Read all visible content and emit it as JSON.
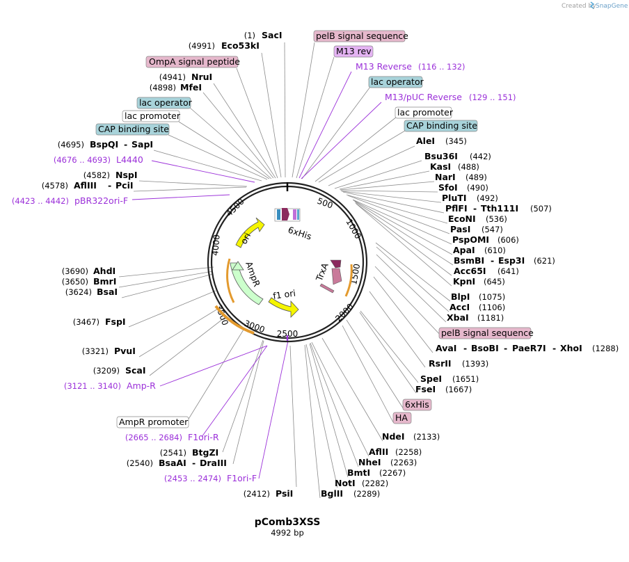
{
  "credit": "Created by",
  "brand": "SnapGene",
  "plasmid": {
    "name": "pComb3XSS",
    "length": "4992 bp"
  },
  "ticks": [
    "500",
    "1000",
    "1500",
    "2000",
    "2500",
    "3000",
    "3500",
    "4000",
    "4500"
  ],
  "colors": {
    "primer": "#9b30d9",
    "feature_pink": "#e6b8cc",
    "feature_violet": "#e4b3f3",
    "feature_blue": "#a8d3da",
    "feature_white": "#ffffff",
    "ori": "#f5f500",
    "ampr": "#ccffcc",
    "his": "#8b2a5e",
    "trxa": "#c97a9a",
    "primer_arc": "#e39a2e"
  },
  "left_labels": [
    {
      "num": "(1)",
      "name": "SacI"
    },
    {
      "num": "(4991)",
      "name": "Eco53kI"
    },
    {
      "feature": "OmpA signal peptide"
    },
    {
      "num": "(4941)",
      "name": "NruI"
    },
    {
      "num": "(4898)",
      "name": "MfeI"
    },
    {
      "feature": "lac operator"
    },
    {
      "feature": "lac promoter"
    },
    {
      "feature": "CAP binding site"
    },
    {
      "num": "(4695)",
      "name": "BspQI",
      "sep": "-",
      "name2": "SapI"
    },
    {
      "pnum": "(4676 .. 4693)",
      "primer": "L4440"
    },
    {
      "num": "(4582)",
      "name": "NspI"
    },
    {
      "num": "(4578)",
      "name": "AflIII",
      "sep": "-",
      "name2": "PciI"
    },
    {
      "pnum": "(4423 .. 4442)",
      "primer": "pBR322ori-F"
    },
    {
      "num": "(3690)",
      "name": "AhdI"
    },
    {
      "num": "(3650)",
      "name": "BmrI"
    },
    {
      "num": "(3624)",
      "name": "BsaI"
    },
    {
      "num": "(3467)",
      "name": "FspI"
    },
    {
      "num": "(3321)",
      "name": "PvuI"
    },
    {
      "num": "(3209)",
      "name": "ScaI"
    },
    {
      "pnum": "(3121 .. 3140)",
      "primer": "Amp-R"
    },
    {
      "feature": "AmpR promoter"
    },
    {
      "pnum": "(2665 .. 2684)",
      "primer": "F1ori-R"
    },
    {
      "num": "(2541)",
      "name": "BtgZI"
    },
    {
      "num": "(2540)",
      "name": "BsaAI",
      "sep": "-",
      "name2": "DraIII"
    },
    {
      "pnum": "(2453 .. 2474)",
      "primer": "F1ori-F"
    },
    {
      "num": "(2412)",
      "name": "PsiI"
    }
  ],
  "right_labels": [
    {
      "feature": "pelB signal sequence"
    },
    {
      "feature": "M13 rev"
    },
    {
      "primer": "M13 Reverse",
      "pnum": "(116 .. 132)"
    },
    {
      "feature": "lac operator"
    },
    {
      "primer": "M13/pUC Reverse",
      "pnum": "(129 .. 151)"
    },
    {
      "feature": "lac promoter"
    },
    {
      "feature": "CAP binding site"
    },
    {
      "name": "AleI",
      "num": "(345)"
    },
    {
      "name": "Bsu36I",
      "num": "(442)"
    },
    {
      "name": "KasI",
      "num": "(488)"
    },
    {
      "name": "NarI",
      "num": "(489)"
    },
    {
      "name": "SfoI",
      "num": "(490)"
    },
    {
      "name": "PluTI",
      "num": "(492)"
    },
    {
      "name": "PflFI",
      "sep": "-",
      "name2": "Tth111I",
      "num": "(507)"
    },
    {
      "name": "EcoNI",
      "num": "(536)"
    },
    {
      "name": "PasI",
      "num": "(547)"
    },
    {
      "name": "PspOMI",
      "num": "(606)"
    },
    {
      "name": "ApaI",
      "num": "(610)"
    },
    {
      "name": "BsmBI",
      "sep": "-",
      "name2": "Esp3I",
      "num": "(621)"
    },
    {
      "name": "Acc65I",
      "num": "(641)"
    },
    {
      "name": "KpnI",
      "num": "(645)"
    },
    {
      "name": "BlpI",
      "num": "(1075)"
    },
    {
      "name": "AccI",
      "num": "(1106)"
    },
    {
      "name": "XbaI",
      "num": "(1181)"
    },
    {
      "feature": "pelB signal sequence"
    },
    {
      "name": "AvaI",
      "sep": "-",
      "name2": "BsoBI",
      "sep2": "-",
      "name3": "PaeR7I",
      "sep3": "-",
      "name4": "XhoI",
      "num": "(1288)"
    },
    {
      "name": "RsrII",
      "num": "(1393)"
    },
    {
      "name": "SpeI",
      "num": "(1651)"
    },
    {
      "name": "FseI",
      "num": "(1667)"
    },
    {
      "feature": "6xHis"
    },
    {
      "feature": "HA"
    },
    {
      "name": "NdeI",
      "num": "(2133)"
    },
    {
      "name": "AflII",
      "num": "(2258)"
    },
    {
      "name": "NheI",
      "num": "(2263)"
    },
    {
      "name": "BmtI",
      "num": "(2267)"
    },
    {
      "name": "NotI",
      "num": "(2282)"
    },
    {
      "name": "BglII",
      "num": "(2289)"
    }
  ],
  "inner_features": [
    "ori",
    "AmpR",
    "f1 ori",
    "6xHis",
    "TrxA"
  ]
}
